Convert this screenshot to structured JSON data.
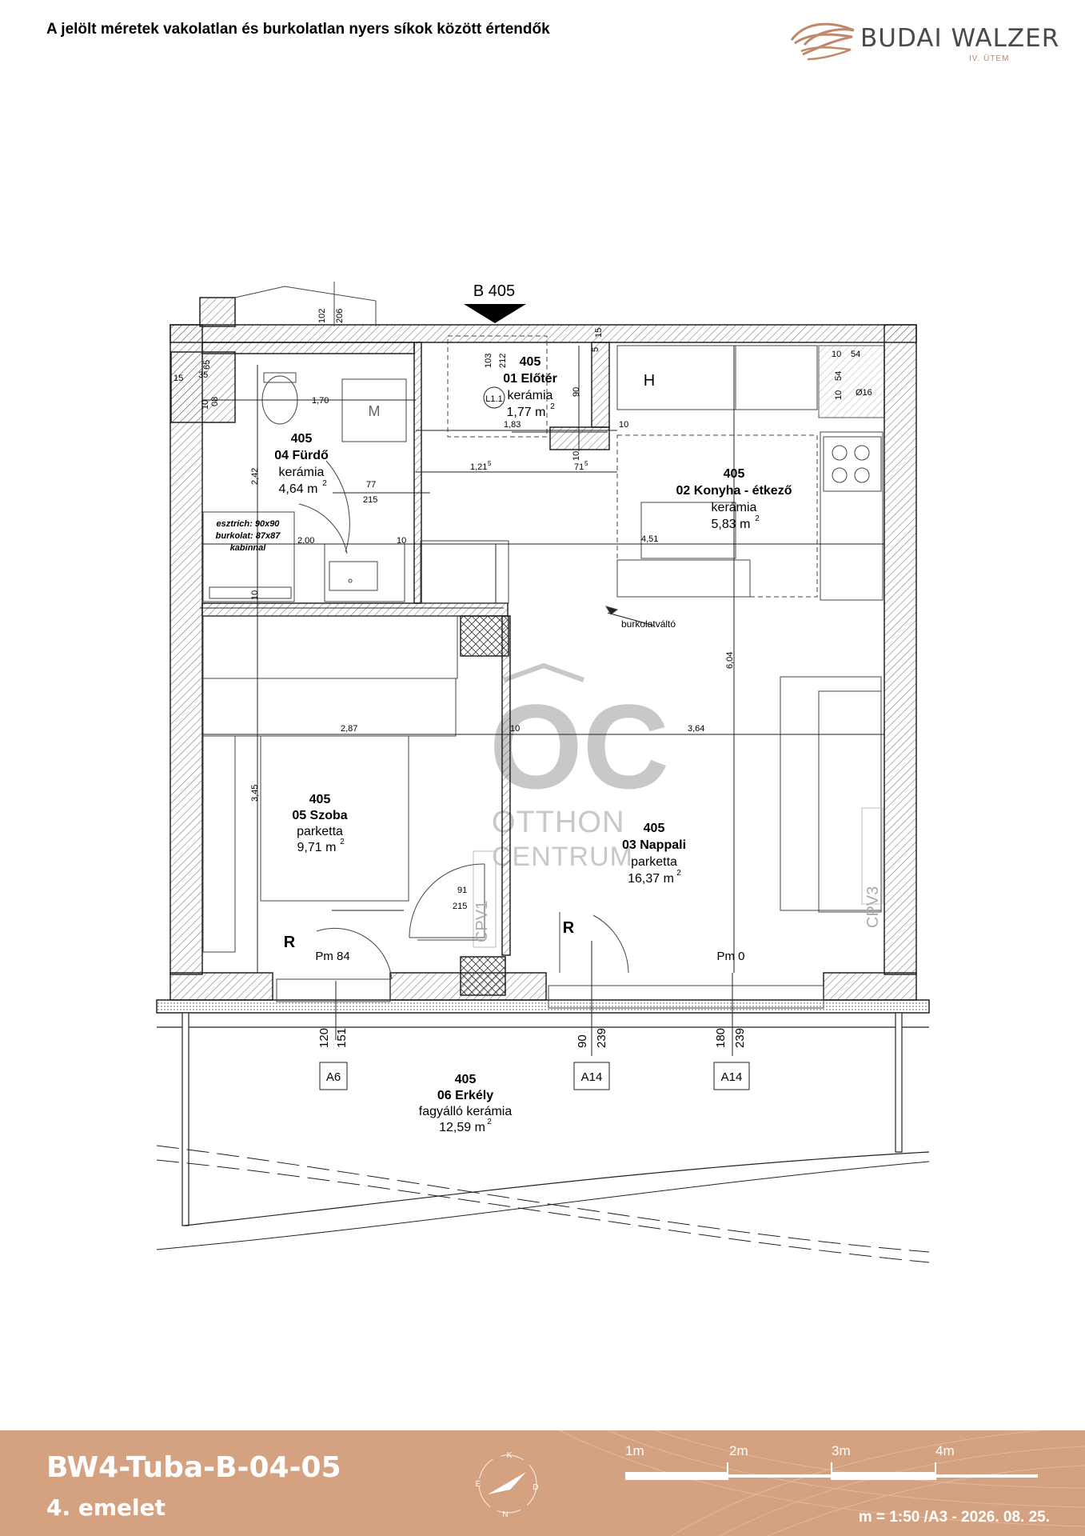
{
  "header": {
    "note": "A jelölt méretek vakolatlan és burkolatlan nyers síkok között értendők",
    "brand_name": "BUDAI WALZER",
    "brand_sub": "IV. ÜTEM"
  },
  "plan": {
    "section_marker": "B 405",
    "rooms": [
      {
        "no": "405",
        "name": "01 Előtér",
        "finish": "kerámia",
        "area": "1,77 m",
        "sup": "2"
      },
      {
        "no": "405",
        "name": "02 Konyha - étkező",
        "finish": "kerámia",
        "area": "5,83 m",
        "sup": "2"
      },
      {
        "no": "405",
        "name": "03 Nappali",
        "finish": "parketta",
        "area": "16,37 m",
        "sup": "2"
      },
      {
        "no": "405",
        "name": "04 Fürdő",
        "finish": "kerámia",
        "area": "4,64 m",
        "sup": "2"
      },
      {
        "no": "405",
        "name": "05 Szoba",
        "finish": "parketta",
        "area": "9,71 m",
        "sup": "2"
      },
      {
        "no": "405",
        "name": "06 Erkély",
        "finish": "fagyálló kerámia",
        "area": "12,59 m",
        "sup": "2"
      }
    ],
    "shower_note": [
      "esztrich: 90x90",
      "burkolat: 87x87",
      "kabinnal"
    ],
    "flooring_change": "burkolatváltó",
    "symbols": {
      "M": "M",
      "H": "H",
      "R1": "R",
      "R2": "R",
      "L": "L1.1",
      "cpv1": "CPV1",
      "cpv3": "CPV3",
      "dia": "Ø16"
    },
    "levels": {
      "pm84": "Pm 84",
      "pm0": "Pm 0"
    },
    "openings": [
      {
        "tag": "A6",
        "h1": "120",
        "h2": "151"
      },
      {
        "tag": "A14",
        "h1": "90",
        "h2": "239"
      },
      {
        "tag": "A14",
        "h1": "180",
        "h2": "239"
      }
    ],
    "dimensions": {
      "d65": "65",
      "d35": "35",
      "d15": "15",
      "d08": "08",
      "d10a": "10",
      "d170": "1,70",
      "d242": "2,42",
      "d77": "77",
      "d215a": "215",
      "d200": "2,00",
      "d10b": "10",
      "d10c": "10",
      "d102": "102",
      "d206": "206",
      "d103": "103",
      "d212": "212",
      "d183": "1,83",
      "d90": "90",
      "d5": "5",
      "d15b": "15",
      "d10d": "10",
      "d10e": "10",
      "d121": "1,21",
      "d121s": "5",
      "d71": "71",
      "d71s": "5",
      "d10f": "10",
      "d54a": "54",
      "d54b": "54",
      "d10g": "10",
      "d451": "4,51",
      "d604": "6,04",
      "d287": "2,87",
      "d364": "3,64",
      "d10h": "10",
      "d345": "3,45",
      "d91": "91",
      "d215b": "215"
    },
    "watermark": {
      "logo": "OC",
      "line1": "OTTHON",
      "line2": "CENTRUM"
    }
  },
  "footer": {
    "code": "BW4-Tuba-B-04-05",
    "floor": "4. emelet",
    "scale_text": "m = 1:50 /A3 - 2026. 08. 25.",
    "scale_labels": [
      "1m",
      "2m",
      "3m",
      "4m"
    ],
    "compass": [
      "K",
      "D",
      "N",
      "É"
    ]
  },
  "colors": {
    "footer_bg": "#d4a181",
    "brand_accent": "#c0876a",
    "watermark": "#c8c8c8"
  }
}
